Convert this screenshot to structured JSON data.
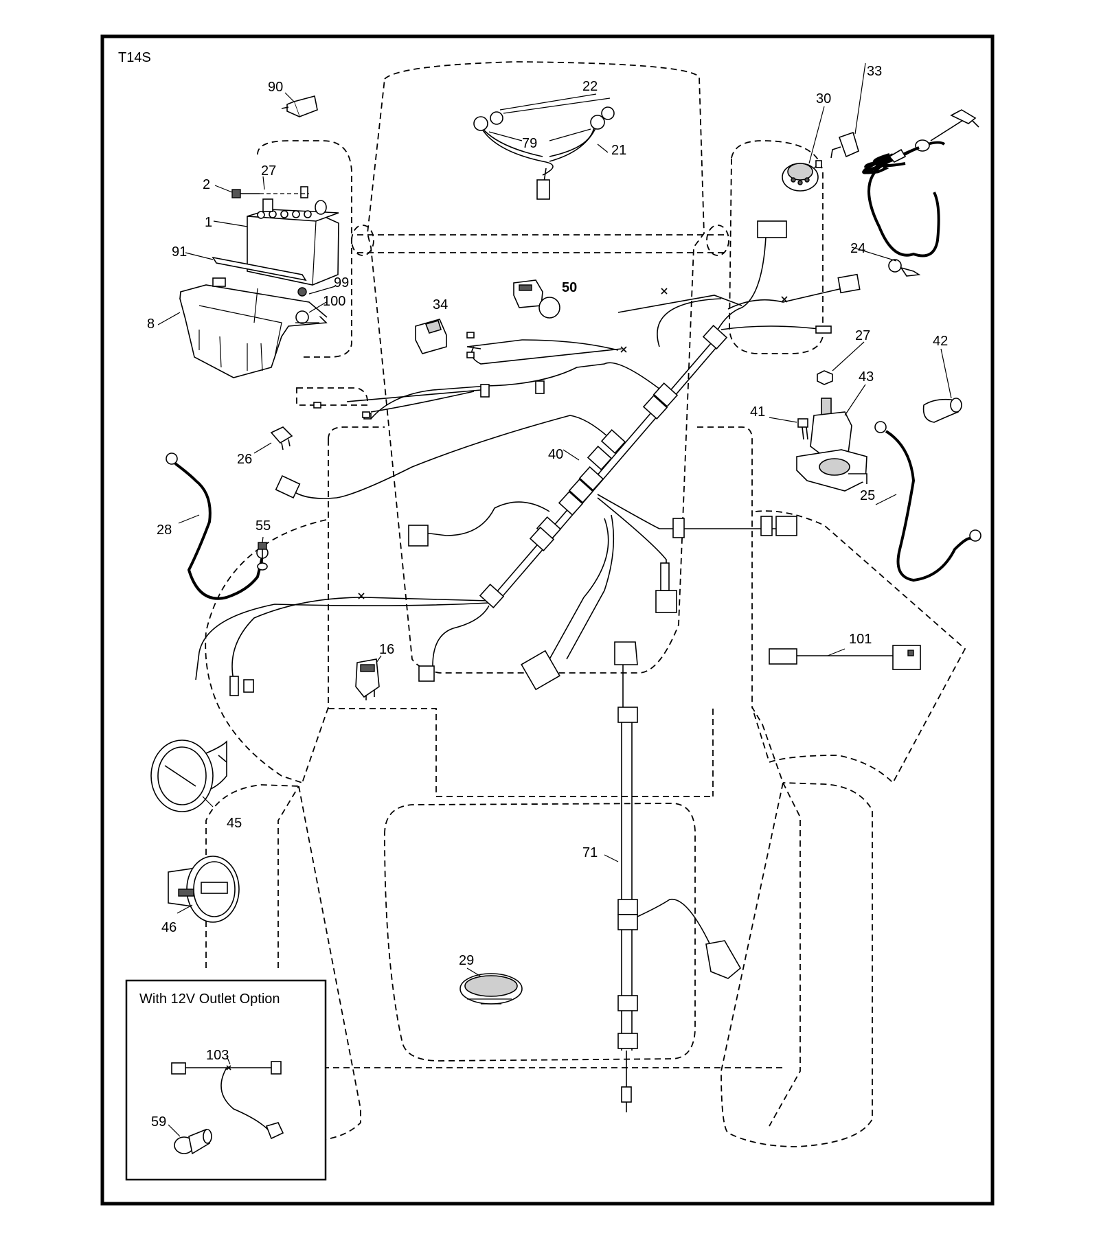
{
  "diagram_code": "T14S",
  "inset": {
    "title": "With 12V Outlet Option"
  },
  "colors": {
    "ink": "#000000",
    "paper": "#ffffff",
    "shade": "#cfcfcf"
  },
  "callouts": {
    "c1": "1",
    "c2": "2",
    "c8": "8",
    "c16": "16",
    "c21": "21",
    "c22": "22",
    "c24": "24",
    "c25": "25",
    "c26": "26",
    "c27a": "27",
    "c27b": "27",
    "c28": "28",
    "c29": "29",
    "c30": "30",
    "c33": "33",
    "c34": "34",
    "c40": "40",
    "c41": "41",
    "c42": "42",
    "c43": "43",
    "c45": "45",
    "c46": "46",
    "c50": "50",
    "c55": "55",
    "c59": "59",
    "c71": "71",
    "c79": "79",
    "c90": "90",
    "c91": "91",
    "c99": "99",
    "c100": "100",
    "c101": "101",
    "c103": "103"
  }
}
